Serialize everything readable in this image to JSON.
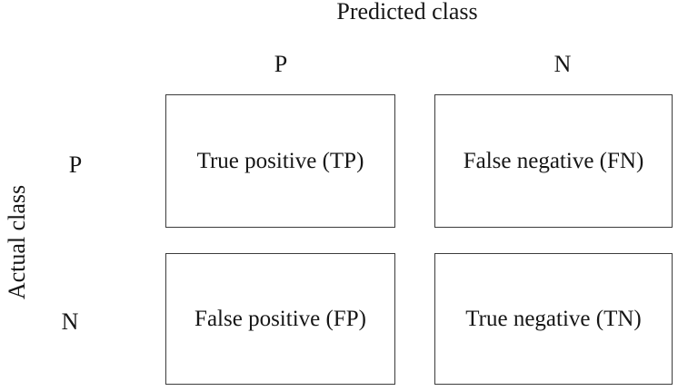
{
  "matrix": {
    "predicted_axis_label": "Predicted class",
    "actual_axis_label": "Actual class",
    "column_headers": [
      "P",
      "N"
    ],
    "row_headers": [
      "P",
      "N"
    ],
    "cells": [
      {
        "row": "P",
        "col": "P",
        "label": "True positive (TP)"
      },
      {
        "row": "P",
        "col": "N",
        "label": "False negative (FN)"
      },
      {
        "row": "N",
        "col": "P",
        "label": "False positive (FP)"
      },
      {
        "row": "N",
        "col": "N",
        "label": "True negative (TN)"
      }
    ],
    "colors": {
      "background": "#ffffff",
      "border": "#3c3c3c",
      "text": "#161616"
    }
  }
}
